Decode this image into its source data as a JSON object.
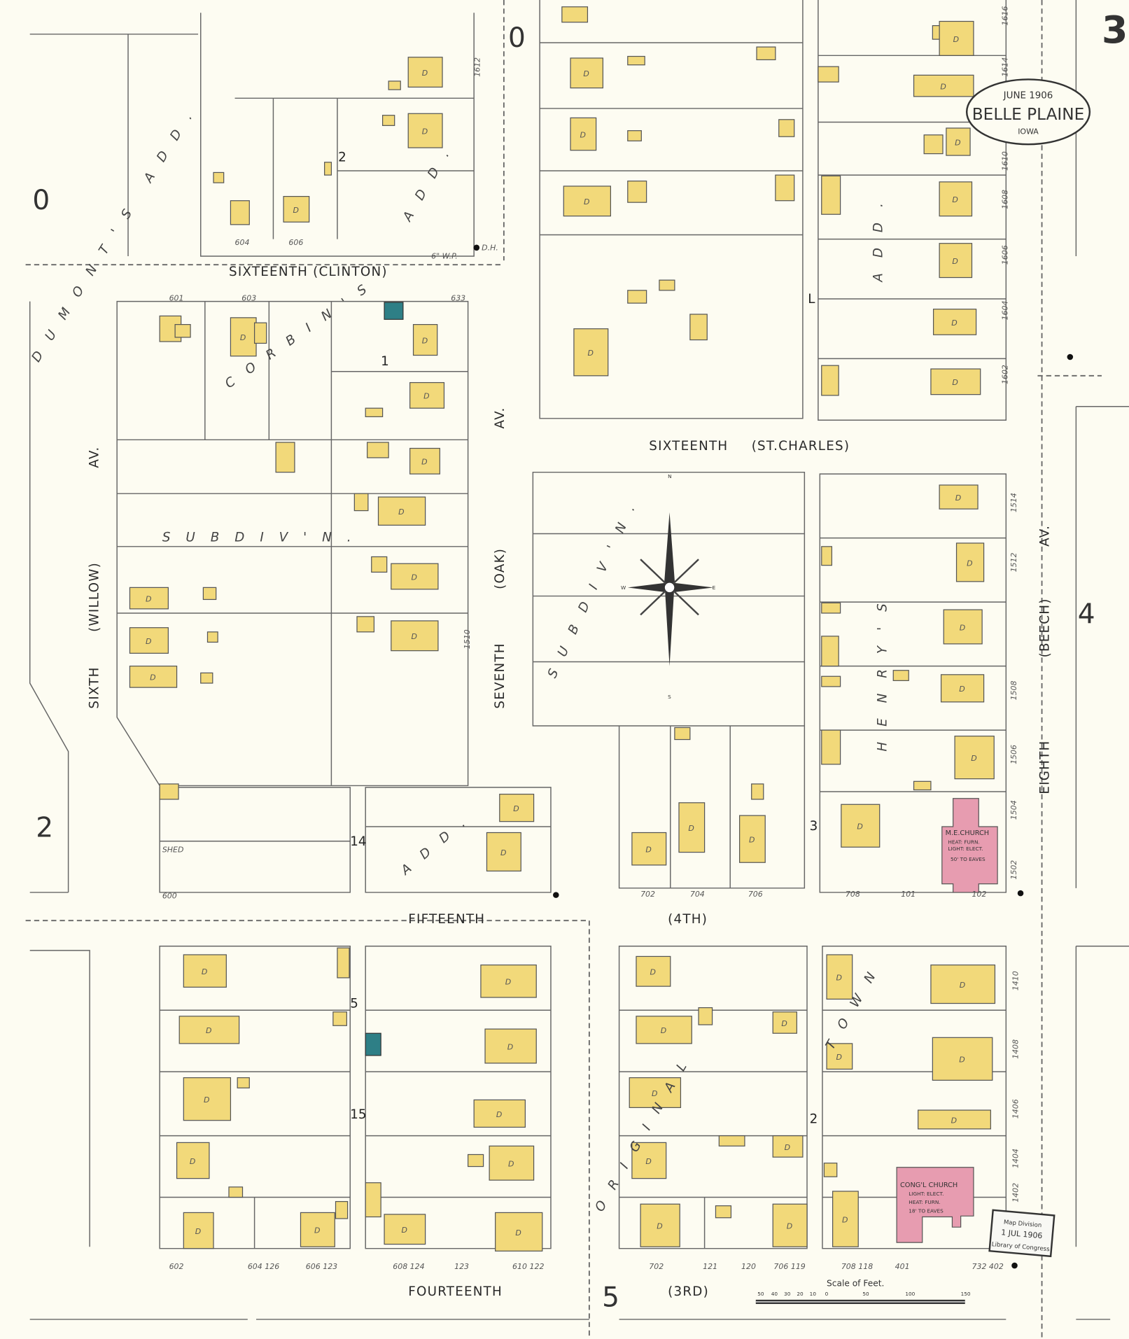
{
  "title": {
    "date": "JUNE 1906",
    "city": "BELLE PLAINE",
    "state": "IOWA"
  },
  "sheet_number": "3",
  "adjacent_sheets": {
    "top_left": "0",
    "top_center": "0",
    "left": "2",
    "right": "4",
    "bottom": "5"
  },
  "streets": {
    "sixteenth_clinton": "SIXTEENTH (CLINTON)",
    "sixteenth": "SIXTEENTH",
    "st_charles": "(ST.CHARLES)",
    "fifteenth": "FIFTEENTH",
    "fourth": "(4TH)",
    "fourteenth": "FOURTEENTH",
    "third": "(3RD)",
    "sixth": "SIXTH",
    "willow": "(WILLOW)",
    "sixth_av": "AV.",
    "seventh": "SEVENTH",
    "oak": "(OAK)",
    "seventh_av": "AV.",
    "eighth": "EIGHTH",
    "beech": "(BEECH)",
    "eighth_av": "AV."
  },
  "additions": {
    "dumont": "DUMONT'S ADD.",
    "corbin": "CORBIN'S",
    "subdivn_left": "SUBDIV'N.",
    "subdivn_center": "SUBDIV'N.",
    "original_town": "ORIGINAL",
    "town": "TOWN",
    "henry": "HENRY'S",
    "add_right": "ADD.",
    "add_mid": "ADD.",
    "add_lower": "ADD."
  },
  "blocks": [
    "2",
    "1",
    "14",
    "15",
    "5",
    "3",
    "2",
    "L"
  ],
  "addresses": [
    "604",
    "606",
    "601",
    "603",
    "633",
    "600",
    "602",
    "604 126",
    "606 123",
    "608 124",
    "123",
    "610 122",
    "702",
    "704",
    "706",
    "708",
    "101",
    "102",
    "702",
    "121",
    "120",
    "706 119",
    "708 118",
    "401",
    "732 402",
    "702",
    "1616",
    "1614",
    "1612",
    "1610",
    "1608",
    "1606",
    "1604",
    "1602",
    "1514",
    "1512",
    "1510",
    "1508",
    "1506",
    "1504",
    "1502",
    "1410",
    "1408",
    "1406",
    "1404",
    "1402"
  ],
  "labels": {
    "dh": "D.H.",
    "wp": "6\" W.P.",
    "shed": "SHED",
    "compass_n": "N",
    "compass_s": "S",
    "compass_e": "E",
    "compass_w": "W"
  },
  "churches": [
    {
      "name": "M.E.CHURCH",
      "line2": "HEAT: FURN.",
      "line3": "LIGHT: ELECT.",
      "line4": "50' TO EAVES"
    },
    {
      "name": "CONG'L CHURCH",
      "line2": "LIGHT: ELECT.",
      "line3": "HEAT: FURN.",
      "line4": "18' TO EAVES"
    }
  ],
  "scale": {
    "title": "Scale of Feet.",
    "ticks": [
      "50",
      "40",
      "30",
      "20",
      "10",
      "0",
      "50",
      "100",
      "150"
    ]
  },
  "stamp": {
    "line1": "Map Division",
    "line2": "1 JUL 1906",
    "line3": "Library of Congress"
  },
  "colors": {
    "paper": "#fdfcf2",
    "frame_building": "#f2d97a",
    "brick_building": "#e79cb0",
    "special": "#2e7f86"
  }
}
